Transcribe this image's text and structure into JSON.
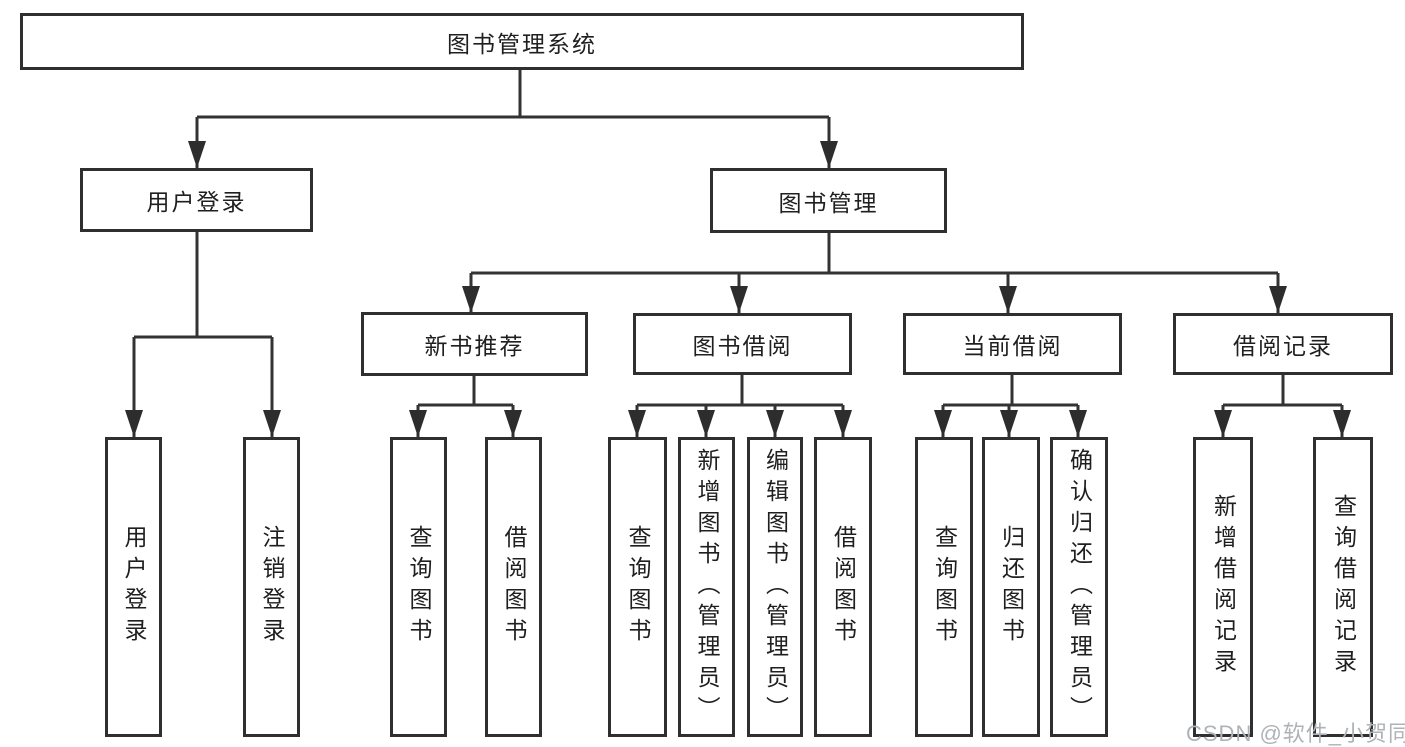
{
  "tree": {
    "root": "图书管理系统",
    "branches": [
      {
        "label": "用户登录",
        "children": [
          "用户登录",
          "注销登录"
        ]
      },
      {
        "label": "图书管理",
        "sections": [
          {
            "label": "新书推荐",
            "children": [
              "查询图书",
              "借阅图书"
            ]
          },
          {
            "label": "图书借阅",
            "children": [
              "查询图书",
              "新增图书（管理员）",
              "编辑图书（管理员）",
              "借阅图书"
            ]
          },
          {
            "label": "当前借阅",
            "children": [
              "查询图书",
              "归还图书",
              "确认归还（管理员）"
            ]
          },
          {
            "label": "借阅记录",
            "children": [
              "新增借阅记录",
              "查询借阅记录"
            ]
          }
        ]
      }
    ]
  },
  "watermark": {
    "text": "CSDN @软件_小贺同学"
  },
  "colors": {
    "background": "#ffffff",
    "box_fill": "#ffffff",
    "box_border": "#2f2f2f",
    "connector": "#333333",
    "text": "#1f1f1f",
    "watermark": "#aeb3b8"
  }
}
